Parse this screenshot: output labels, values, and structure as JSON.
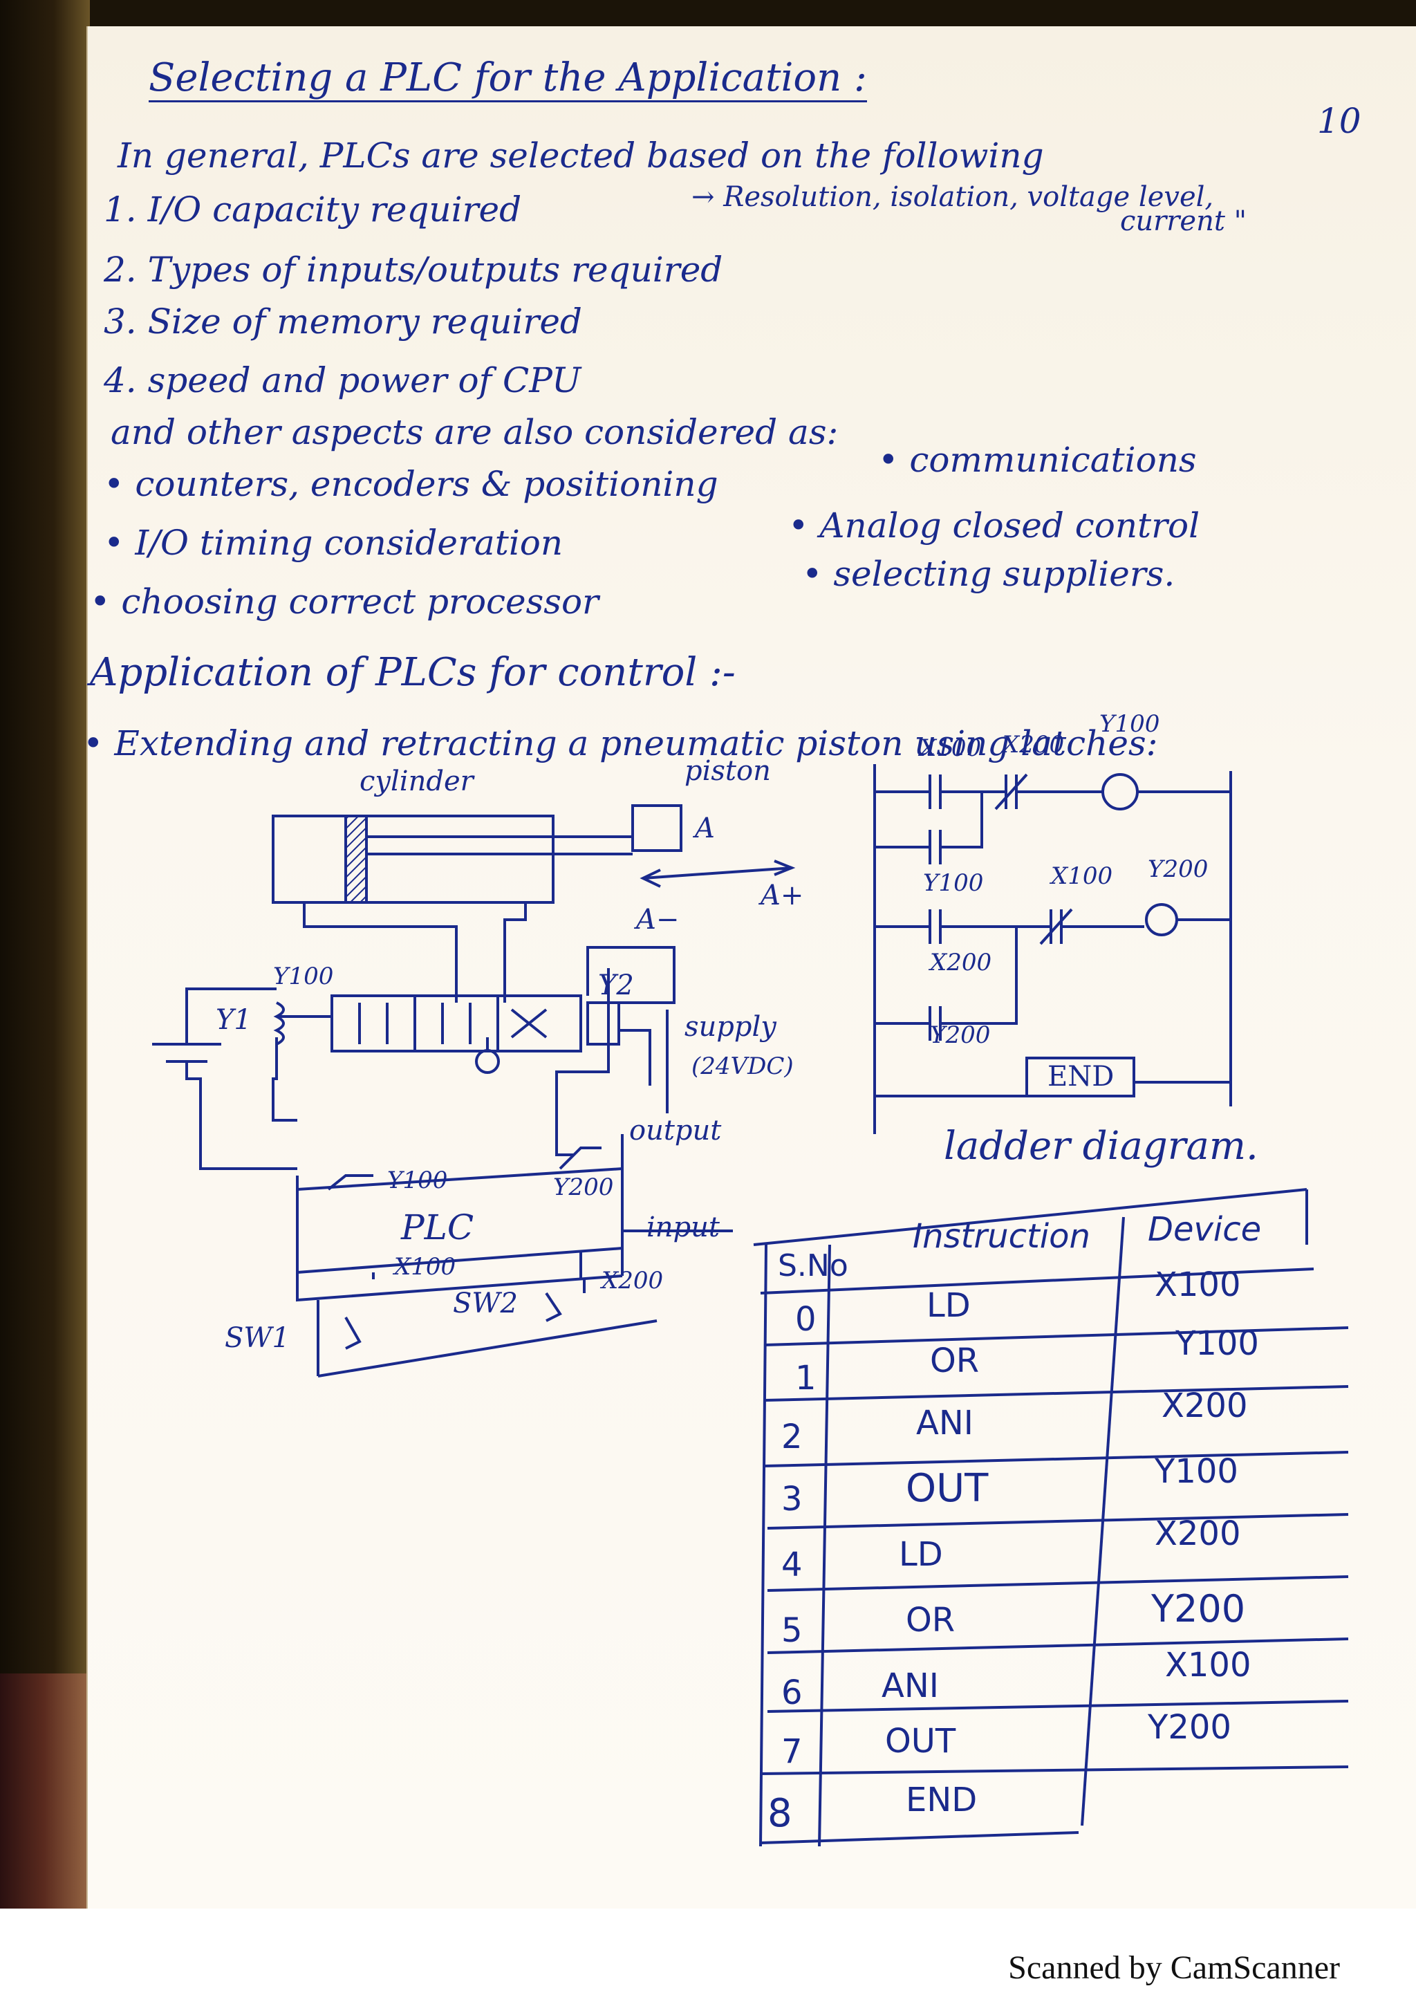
{
  "heading": "Selecting a PLC for the Application :",
  "page_number": "10",
  "intro": "In general, PLCs are selected based on the following",
  "criteria": [
    "1. I/O capacity required",
    "2. Types of inputs/outputs required",
    "3. Size of memory required",
    "4. speed and power of CPU"
  ],
  "criteria_note": "→ Resolution, isolation, voltage level,",
  "criteria_note2": "current \"",
  "other_aspects": "and other aspects are also considered as:",
  "aspects_left": [
    "• counters, encoders & positioning",
    "• I/O timing consideration",
    "• choosing correct processor"
  ],
  "aspects_right": [
    "• communications",
    "• Analog closed control",
    "• selecting suppliers."
  ],
  "application_heading": "Application of PLCs for control :-",
  "application_item": "• Extending and retracting a pneumatic piston using latches:",
  "diagram_labels": {
    "cylinder": "cylinder",
    "piston": "piston",
    "a": "A",
    "a_minus": "A−",
    "a_plus": "A+",
    "y1": "Y1",
    "y100_sol": "Y100",
    "y2": "Y2",
    "supply": "supply",
    "supply_v": "(24VDC)",
    "output": "output",
    "input": "input",
    "plc": "PLC",
    "y100_out": "Y100",
    "y200_out": "Y200",
    "x100_in": "X100",
    "x200_in": "X200",
    "sw1": "SW1",
    "sw2": "SW2"
  },
  "ladder": {
    "r1_c1": "X100",
    "r1_c2": "X200",
    "r1_coil": "Y100",
    "r1_branch": "Y100",
    "r2_c1": "X100",
    "r2_c2": "Y200",
    "r2_b1": "X200",
    "r2_b2": "Y200",
    "end": "END",
    "caption": "ladder diagram."
  },
  "table": {
    "headers": [
      "S.No",
      "Instruction",
      "Device"
    ],
    "rows": [
      [
        "0",
        "LD",
        "X100"
      ],
      [
        "1",
        "OR",
        "Y100"
      ],
      [
        "2",
        "ANI",
        "X200"
      ],
      [
        "3",
        "OUT",
        "Y100"
      ],
      [
        "4",
        "LD",
        "X200"
      ],
      [
        "5",
        "OR",
        "Y200"
      ],
      [
        "6",
        "ANI",
        "X100"
      ],
      [
        "7",
        "OUT",
        "Y200"
      ],
      [
        "8",
        "END",
        ""
      ]
    ]
  },
  "footer": "Scanned by CamScanner",
  "colors": {
    "ink": "#1a2a8c",
    "paper": "#fbf7ef"
  }
}
